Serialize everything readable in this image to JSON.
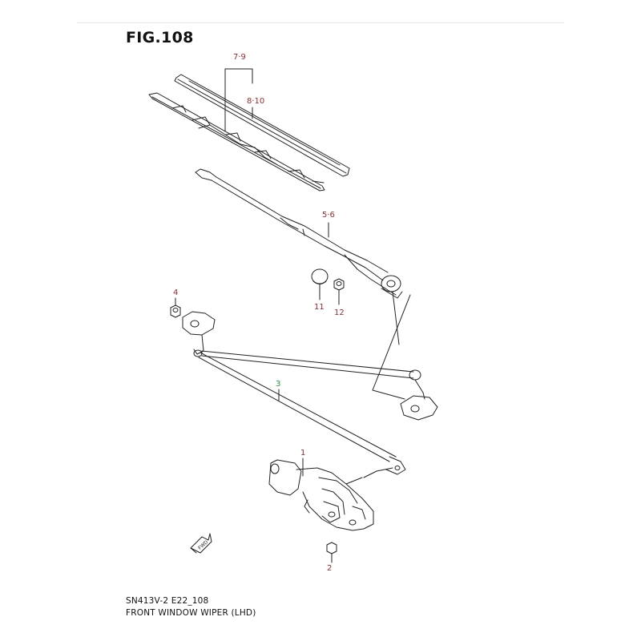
{
  "figure": {
    "title": "FIG.108",
    "code": "SN413V-2 E22_108",
    "description": "FRONT WINDOW WIPER (LHD)"
  },
  "callouts": {
    "c79": "7·9",
    "c810": "8·10",
    "c56": "5·6",
    "c4": "4",
    "c11": "11",
    "c12": "12",
    "c3": "3",
    "c1": "1",
    "c2": "2"
  },
  "fwd_arrow": "FWD",
  "colors": {
    "callout": "#9b2a2a",
    "callout_highlight": "#1f9d3a",
    "line": "#222222"
  }
}
